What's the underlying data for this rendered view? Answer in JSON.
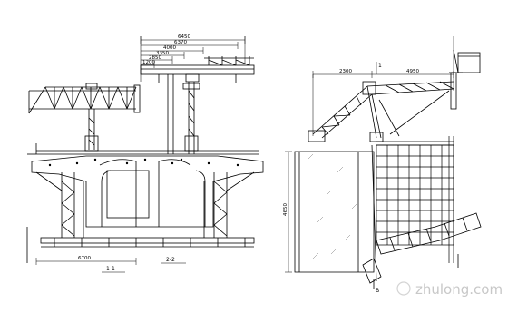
{
  "left_view": {
    "dims": {
      "d6450": "6450",
      "d6370": "6370",
      "d4000": "4000",
      "d3350": "3350",
      "d2850": "2850",
      "d1200": "1200",
      "d6700": "6700"
    },
    "caption_left": "1-1",
    "caption_right": "2-2"
  },
  "right_view": {
    "dims": {
      "d2300": "2300",
      "d4950": "4950",
      "d4650": "4650"
    },
    "section_labels": {
      "top": "1",
      "bottom": "B"
    }
  },
  "watermark": {
    "text": "zhulong.com"
  },
  "colors": {
    "ink": "#000000",
    "hatch": "#555555",
    "watermark": "#c8c8c8"
  }
}
